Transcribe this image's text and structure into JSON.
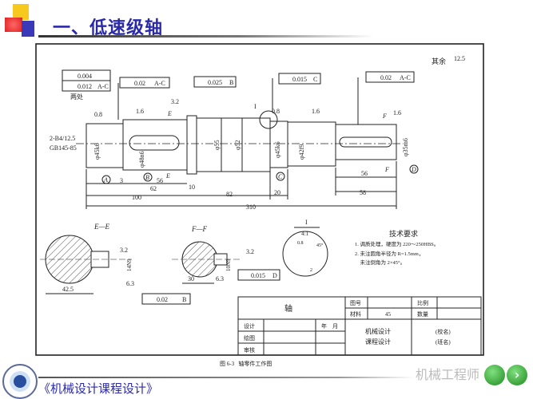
{
  "slide": {
    "title": "一、低速级轴",
    "footer": "《机械设计课程设计》",
    "watermark": "机械工程师",
    "accent_color": "#2a2aa8"
  },
  "drawing": {
    "caption": "图 6-3   轴零件工作图",
    "other_roughness_label": "其余",
    "other_roughness": "12.5",
    "center_hole": [
      "2-B4/12.5",
      "GB145-85"
    ],
    "tolerances": [
      {
        "symbol": "cylindricity",
        "value": "0.004",
        "datum": ""
      },
      {
        "symbol": "runout",
        "value": "0.012",
        "datum": "A-C"
      },
      {
        "symbol": "runout",
        "value": "0.02",
        "datum": "A-C"
      },
      {
        "symbol": "runout",
        "value": "0.025",
        "datum": "B"
      },
      {
        "symbol": "runout",
        "value": "0.015",
        "datum": "C"
      },
      {
        "symbol": "runout",
        "value": "0.02",
        "datum": "A-C"
      },
      {
        "symbol": "symmetry",
        "value": "0.02",
        "datum": "B"
      },
      {
        "symbol": "symmetry",
        "value": "0.015",
        "datum": "D"
      }
    ],
    "two_places": "两处",
    "roughness": [
      "0.8",
      "1.6",
      "3.2",
      "0.8",
      "1.6",
      "1.6",
      "3.2",
      "3.2",
      "6.3",
      "6.3"
    ],
    "diameters": [
      "φ45k6",
      "φ48n6",
      "φ55",
      "φ52",
      "φ45k6",
      "φ42f9",
      "φ35m6"
    ],
    "datums": [
      "A",
      "B",
      "C",
      "D"
    ],
    "section_marks": [
      "E",
      "E",
      "F",
      "F"
    ],
    "detail_mark": "I",
    "dimensions": [
      "3",
      "62",
      "56",
      "10",
      "100",
      "82",
      "20",
      "58",
      "56",
      "310"
    ],
    "section_ee": {
      "title": "E—E",
      "width_dim": "14N9",
      "depth_dim": "42.5"
    },
    "section_ff": {
      "title": "F—F",
      "width_dim": "10N9",
      "depth_dim": "30"
    },
    "detail": {
      "label": "I",
      "scale": "4:1",
      "chamfer": "0.8",
      "angle": "45°",
      "r": "2"
    },
    "tech_requirements": {
      "title": "技术要求",
      "items": [
        "1. 调质处理，硬度为 220～250HBS。",
        "2. 未注圆角半径为 R=1.5mm，",
        "    未注倒角为 2×45°。"
      ]
    },
    "title_block": {
      "part_name": "轴",
      "drawing_no_label": "图号",
      "material_label": "材料",
      "material": "45",
      "scale_label": "比例",
      "quantity_label": "数量",
      "design_label": "设计",
      "draw_label": "绘图",
      "review_label": "审核",
      "year_month": "年    月",
      "course": [
        "机械设计",
        "课程设计"
      ],
      "school": "(校名)",
      "class": "(班名)"
    }
  }
}
